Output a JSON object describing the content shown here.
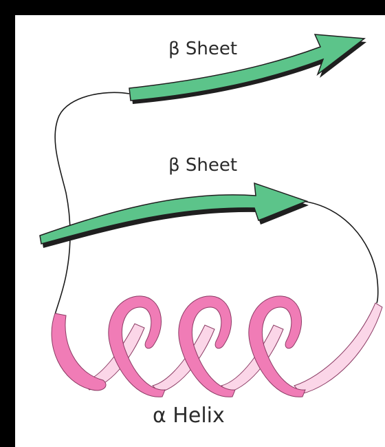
{
  "labels": {
    "beta_sheet_top": "β Sheet",
    "beta_sheet_middle": "β Sheet",
    "alpha_helix": "α Helix"
  },
  "colors": {
    "background_frame": "#000000",
    "panel": "#ffffff",
    "beta_sheet_fill": "#5cc48a",
    "beta_sheet_shadow": "#1f1f1f",
    "helix_front": "#f07cb6",
    "helix_back": "#fbd6e8",
    "helix_outline": "#8a3a63",
    "loop_line": "#1a1a1a"
  },
  "icons": {
    "top_strand": "beta-sheet-arrow-icon",
    "middle_strand": "beta-sheet-arrow-icon",
    "helix": "alpha-helix-ribbon-icon"
  }
}
